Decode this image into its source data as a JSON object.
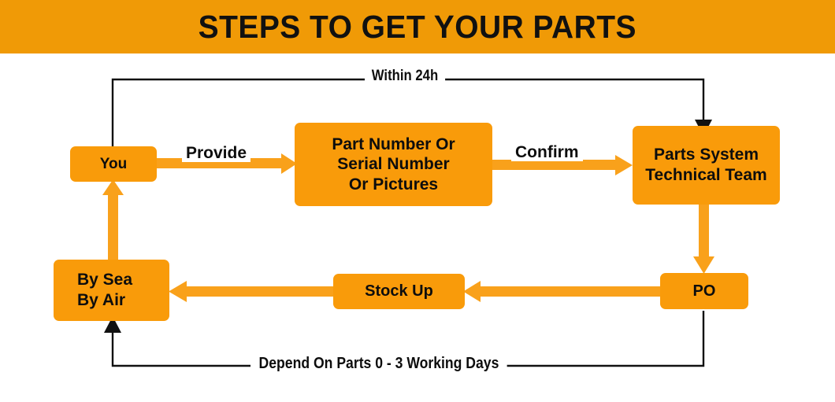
{
  "banner": {
    "title": "STEPS TO GET YOUR PARTS",
    "background_color": "#F09A06"
  },
  "theme": {
    "box_color": "#F99B0A",
    "arrow_color": "#F9A11B",
    "line_color": "#111111",
    "text_color": "#0d0d0d",
    "page_background": "#FFFFFF"
  },
  "diagram": {
    "type": "flowchart",
    "nodes": [
      {
        "id": "you",
        "label": "You"
      },
      {
        "id": "part",
        "label": "Part Number Or\nSerial Number\nOr Pictures"
      },
      {
        "id": "team",
        "label": "Parts System\nTechnical Team"
      },
      {
        "id": "po",
        "label": "PO"
      },
      {
        "id": "stock",
        "label": "Stock Up"
      },
      {
        "id": "shipping",
        "label": "By Sea\nBy Air"
      }
    ],
    "edges": [
      {
        "from": "you",
        "to": "part",
        "label": "Provide",
        "style": "orange-arrow",
        "direction": "right"
      },
      {
        "from": "part",
        "to": "team",
        "label": "Confirm",
        "style": "orange-arrow",
        "direction": "right"
      },
      {
        "from": "you",
        "to": "team",
        "label": "Within 24h",
        "style": "black-line",
        "direction": "right"
      },
      {
        "from": "team",
        "to": "po",
        "label": "",
        "style": "orange-arrow",
        "direction": "down"
      },
      {
        "from": "po",
        "to": "stock",
        "label": "",
        "style": "orange-arrow",
        "direction": "left"
      },
      {
        "from": "stock",
        "to": "shipping",
        "label": "",
        "style": "orange-arrow",
        "direction": "left"
      },
      {
        "from": "shipping",
        "to": "you",
        "label": "",
        "style": "orange-arrow",
        "direction": "up"
      },
      {
        "from": "po",
        "to": "shipping",
        "label": "Depend On Parts  0 - 3  Working Days",
        "style": "black-line",
        "direction": "left"
      }
    ],
    "labels": {
      "provide": "Provide",
      "confirm": "Confirm",
      "within_24h": "Within 24h",
      "depend_on_parts": "Depend On Parts  0 - 3  Working Days"
    }
  }
}
